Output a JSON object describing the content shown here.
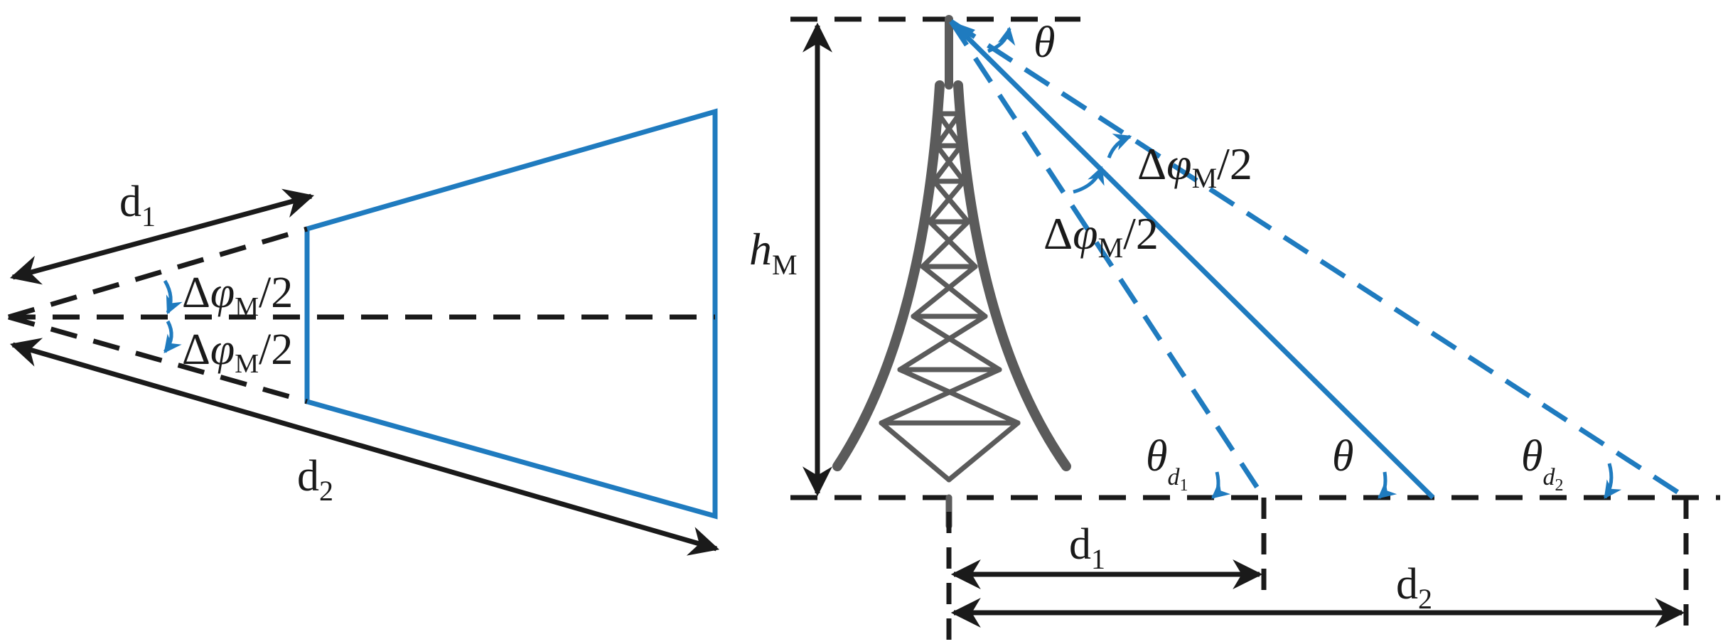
{
  "colors": {
    "blue": "#1f7bbf",
    "black": "#1a1a1a",
    "tower_gray": "#5b5b5b"
  },
  "labels": {
    "d1": "d",
    "d1_sub": "1",
    "d2": "d",
    "d2_sub": "2",
    "delta": "Δ",
    "phi": "φ",
    "sub_M": "M",
    "half": "/2",
    "theta": "θ",
    "h": "h",
    "d_sub": "d",
    "one": "1",
    "two": "2"
  }
}
